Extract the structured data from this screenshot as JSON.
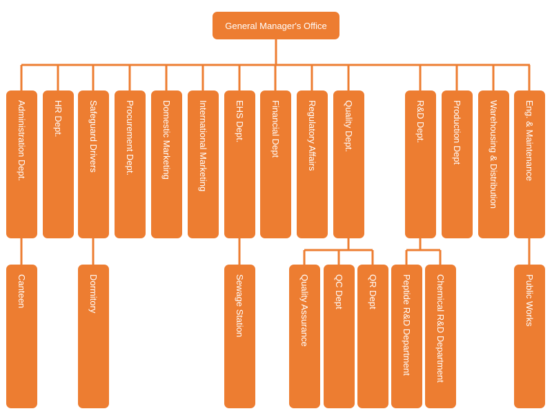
{
  "root": "General Manager's Office",
  "departments": [
    "Administration Dept.",
    "HR Dept.",
    "Safeguard Drivers",
    "Procurement Dept.",
    "Domestic Marketing",
    "International Marketing",
    "EHS Dept.",
    "Financial Dept",
    "Regulatory Affairs",
    "Quality Dept.",
    "R&D Dept.",
    "Production Dept",
    "Warehousing & Distribution",
    "Eng. & Maintenance"
  ],
  "subunits": [
    "Canteen",
    "Dormitory",
    "Sewage Station",
    "Quality Assurance",
    "QC Dept",
    "QR Dept",
    "Peptide R&D Department",
    "Chemical R&D Department",
    "Public Works"
  ],
  "colors": {
    "box": "#ED7D31",
    "connector": "#ED7D31",
    "text": "#FFFFFF"
  }
}
